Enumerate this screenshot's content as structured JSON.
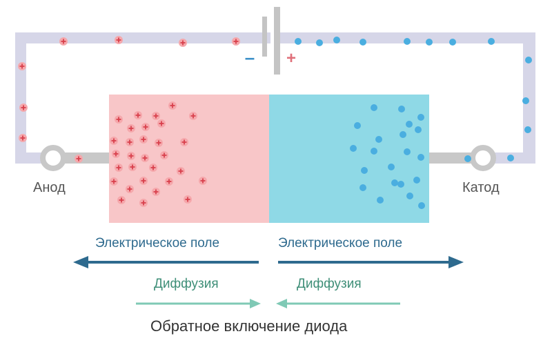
{
  "labels": {
    "anode": "Анод",
    "cathode": "Катод",
    "field_left": "Электрическое поле",
    "field_right": "Электрическое поле",
    "diffusion_left": "Диффузия",
    "diffusion_right": "Диффузия",
    "caption": "Обратное включение диода"
  },
  "battery": {
    "minus_sign": "–",
    "plus_sign": "+",
    "minus_color": "#3a8fc8",
    "plus_color": "#e0707a"
  },
  "colors": {
    "wire": "#d6d6e8",
    "lead": "#c8c8c8",
    "p_region": "#f8c6c8",
    "n_region": "#8fd9e6",
    "hole_fill": "#f5a8ac",
    "hole_sign": "#d8404c",
    "electron": "#4aaee0",
    "field_arrow": "#2e6a8e",
    "diffusion_arrow": "#7fc9b5"
  },
  "icons": {
    "hole": "plus-charge-icon",
    "electron": "electron-dot-icon",
    "battery": "battery-icon",
    "terminal": "terminal-ring-icon"
  }
}
